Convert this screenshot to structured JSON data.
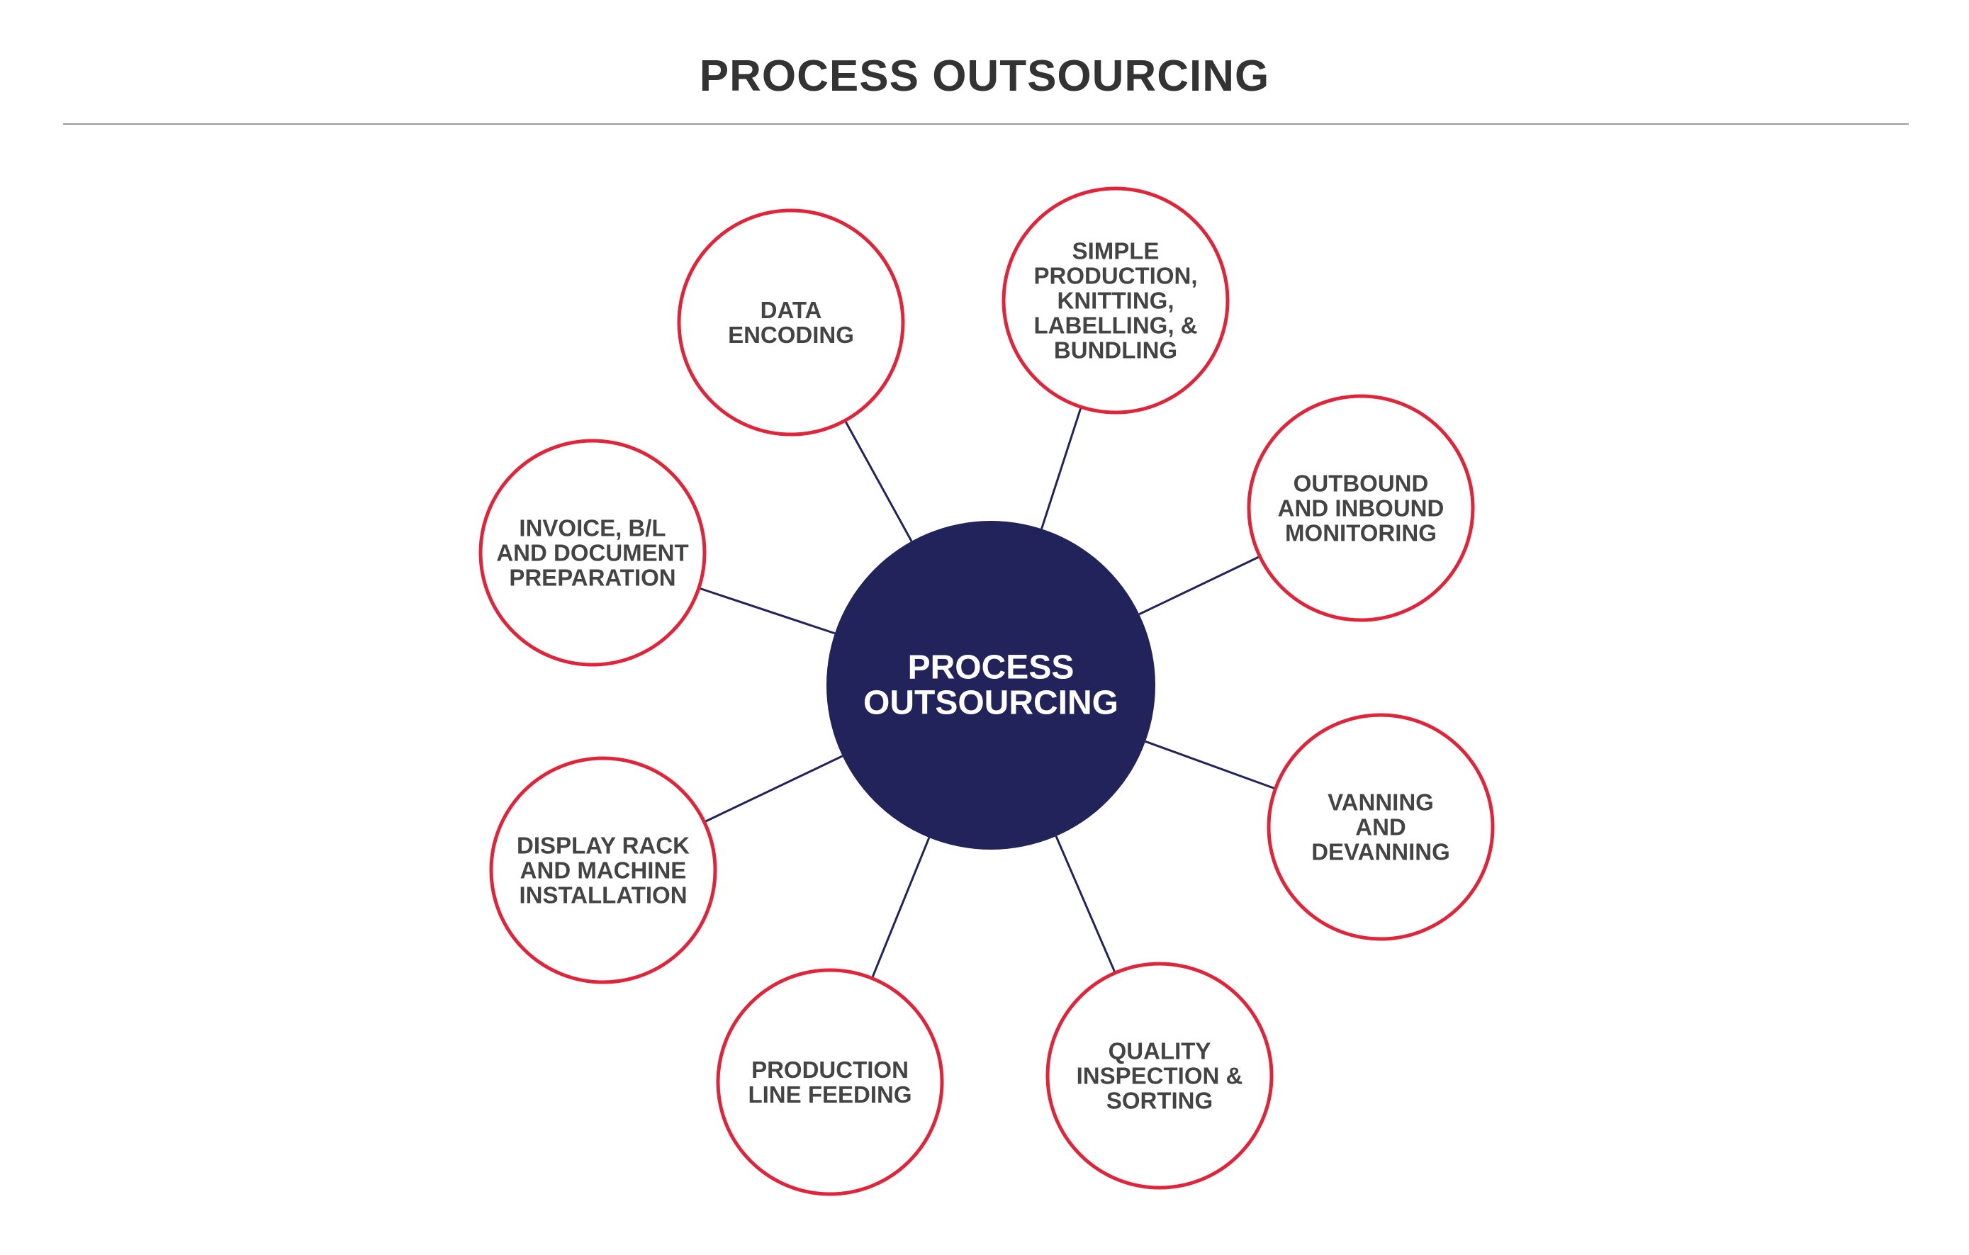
{
  "title": "PROCESS OUTSOURCING",
  "colors": {
    "hub_fill": "#22235a",
    "spoke_stroke": "#22235a",
    "node_border": "#e0253a",
    "node_text": "#444444",
    "title_text": "#333333",
    "rule": "#9a9a9a"
  },
  "hub": {
    "lines": [
      "PROCESS",
      "OUTSOURCING"
    ]
  },
  "nodes": [
    {
      "id": "data-encoding",
      "lines": [
        "DATA",
        "ENCODING"
      ]
    },
    {
      "id": "simple-production",
      "lines": [
        "SIMPLE",
        "PRODUCTION,",
        "KNITTING,",
        "LABELLING, &",
        "BUNDLING"
      ]
    },
    {
      "id": "outbound-inbound-monitoring",
      "lines": [
        "OUTBOUND",
        "AND INBOUND",
        "MONITORING"
      ]
    },
    {
      "id": "vanning-devanning",
      "lines": [
        "VANNING",
        "AND",
        "DEVANNING"
      ]
    },
    {
      "id": "quality-inspection-sorting",
      "lines": [
        "QUALITY",
        "INSPECTION &",
        "SORTING"
      ]
    },
    {
      "id": "production-line-feeding",
      "lines": [
        "PRODUCTION",
        "LINE FEEDING"
      ]
    },
    {
      "id": "display-rack-machine-installation",
      "lines": [
        "DISPLAY RACK",
        "AND MACHINE",
        "INSTALLATION"
      ]
    },
    {
      "id": "invoice-bl-document-preparation",
      "lines": [
        "INVOICE, B/L",
        "AND DOCUMENT",
        "PREPARATION"
      ]
    }
  ]
}
